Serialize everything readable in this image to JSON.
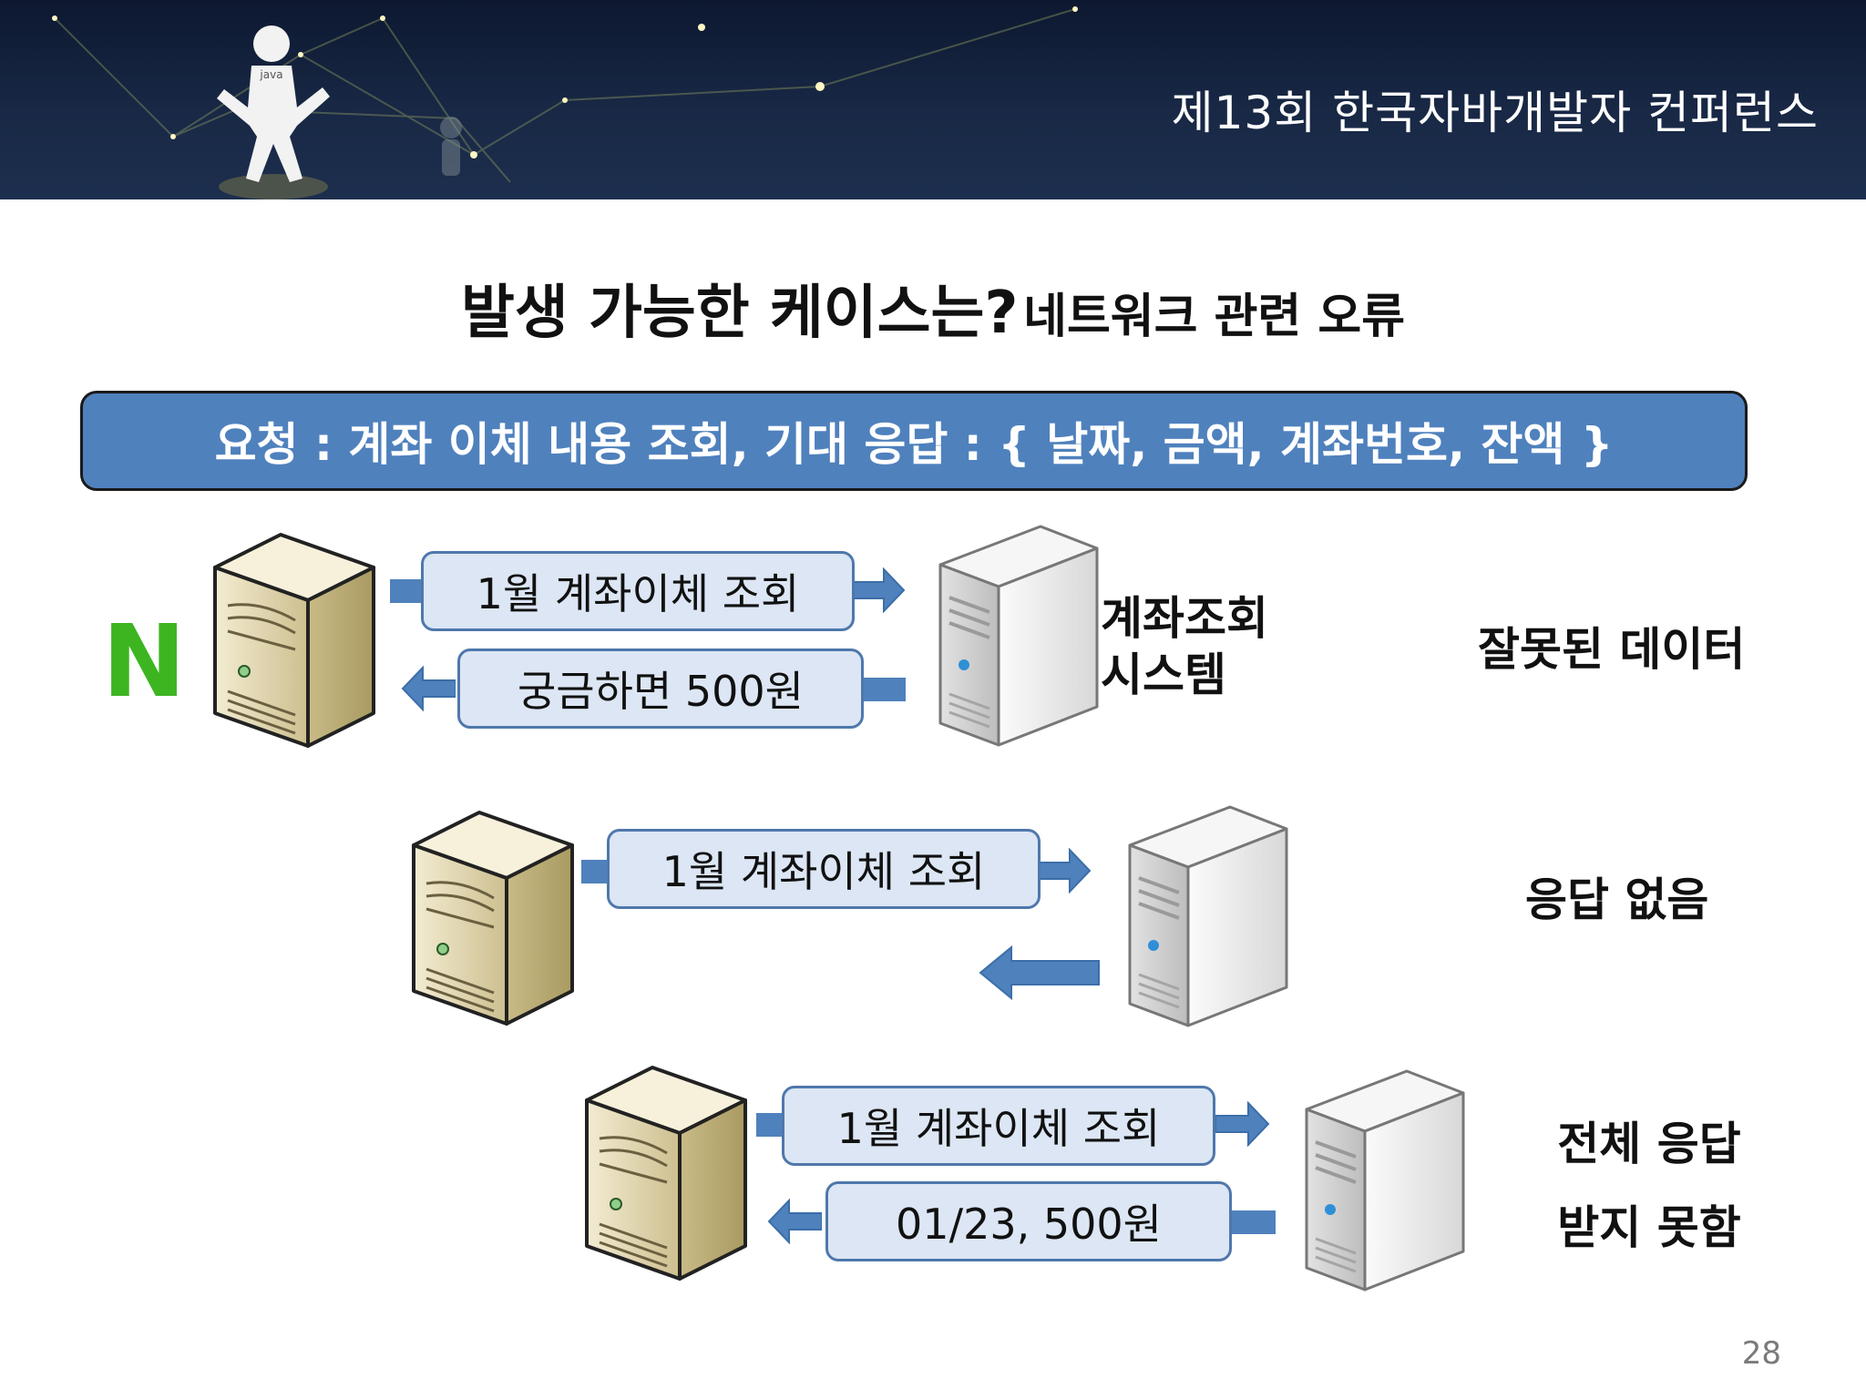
{
  "header": {
    "conference_title": "제13회 한국자바개발자 컨퍼런스",
    "mascot_label": "java"
  },
  "slide": {
    "title_main": "발생 가능한 케이스는?",
    "title_sub": "네트워크 관련 오류",
    "request_box": "요청 : 계좌 이체 내용 조회, 기대 응답 : { 날짜, 금액, 계좌번호, 잔액 }",
    "page_number": "28"
  },
  "scenarios": [
    {
      "request": "1월 계좌이체 조회",
      "response": "궁금하면 500원",
      "server_label_line1": "계좌조회",
      "server_label_line2": "시스템",
      "result_line1": "잘못된 데이터",
      "client_logo": "N"
    },
    {
      "request": "1월 계좌이체 조회",
      "result_line1": "응답 없음"
    },
    {
      "request": "1월 계좌이체 조회",
      "response": "01/23, 500원",
      "result_line1": "전체 응답",
      "result_line2": "받지 못함"
    }
  ],
  "colors": {
    "header_bg": "#182845",
    "request_box_bg": "#4f81bd",
    "pill_bg": "#dce6f4",
    "pill_border": "#4f78ac",
    "arrow": "#4f81bd",
    "client_server": "#d8cda3",
    "db_server": "#e4e4e4",
    "logo_green": "#3cb521"
  },
  "icons": [
    "client-server-icon",
    "db-server-icon",
    "arrow-right-icon",
    "arrow-left-icon",
    "naver-logo",
    "java-mascot-icon"
  ]
}
